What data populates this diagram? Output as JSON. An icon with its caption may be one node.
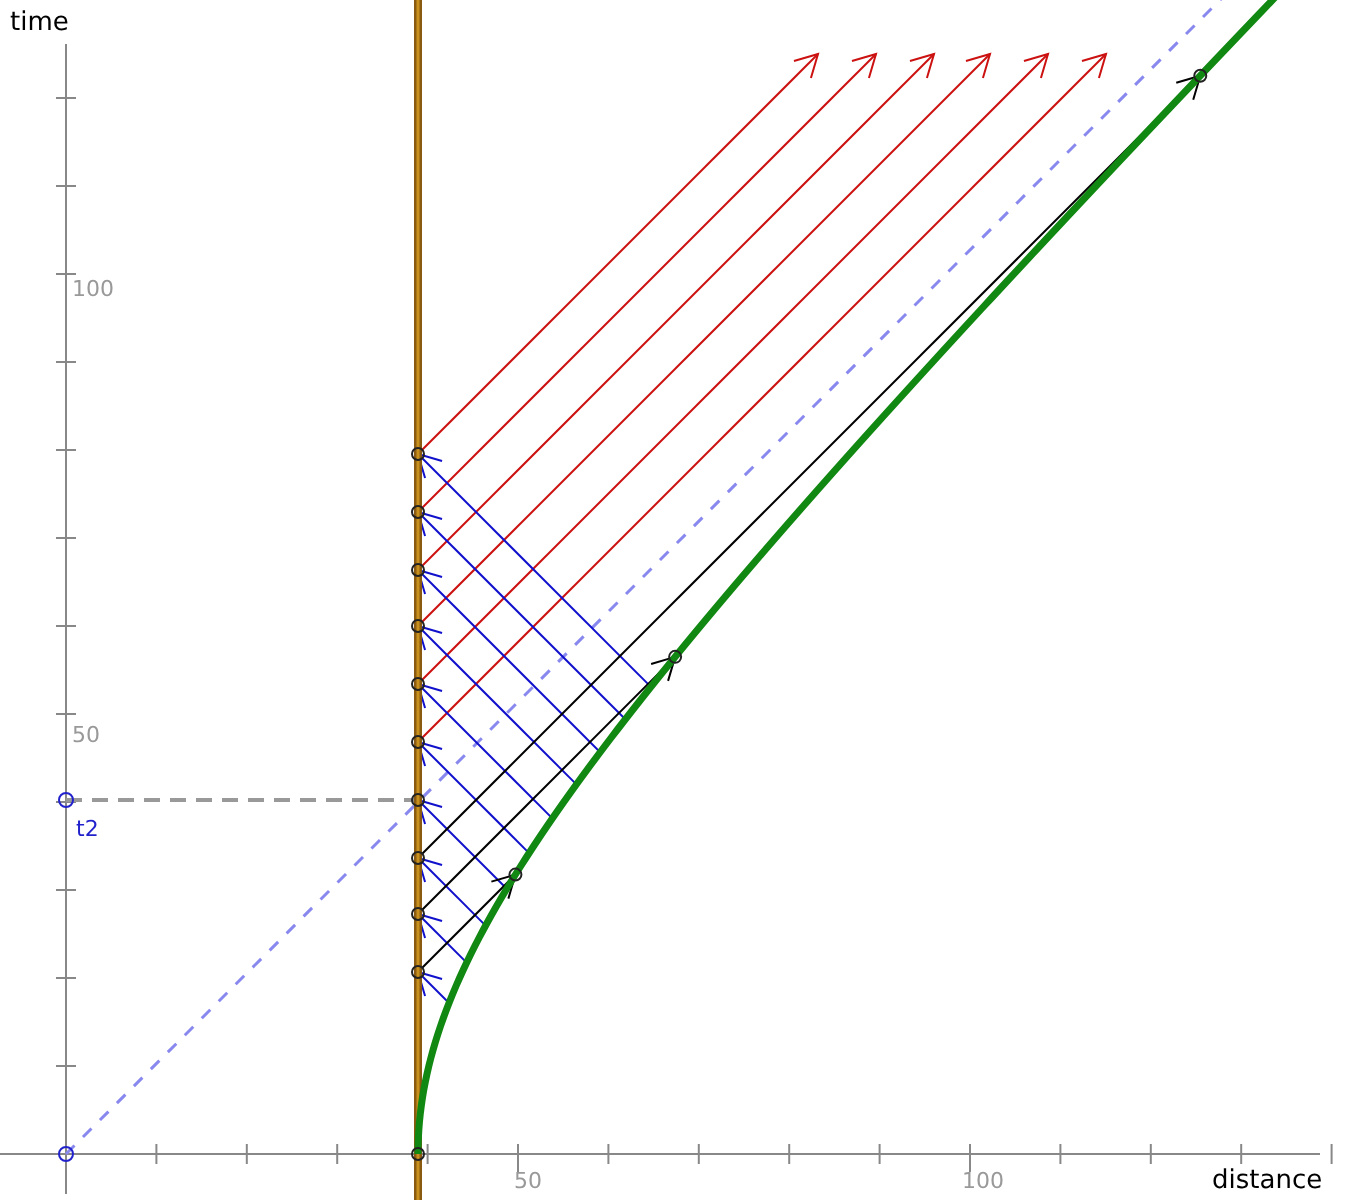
{
  "diagram": {
    "labels": [
      "time",
      "100",
      "50",
      "t2",
      "50",
      "100",
      "distance"
    ]
  }
}
